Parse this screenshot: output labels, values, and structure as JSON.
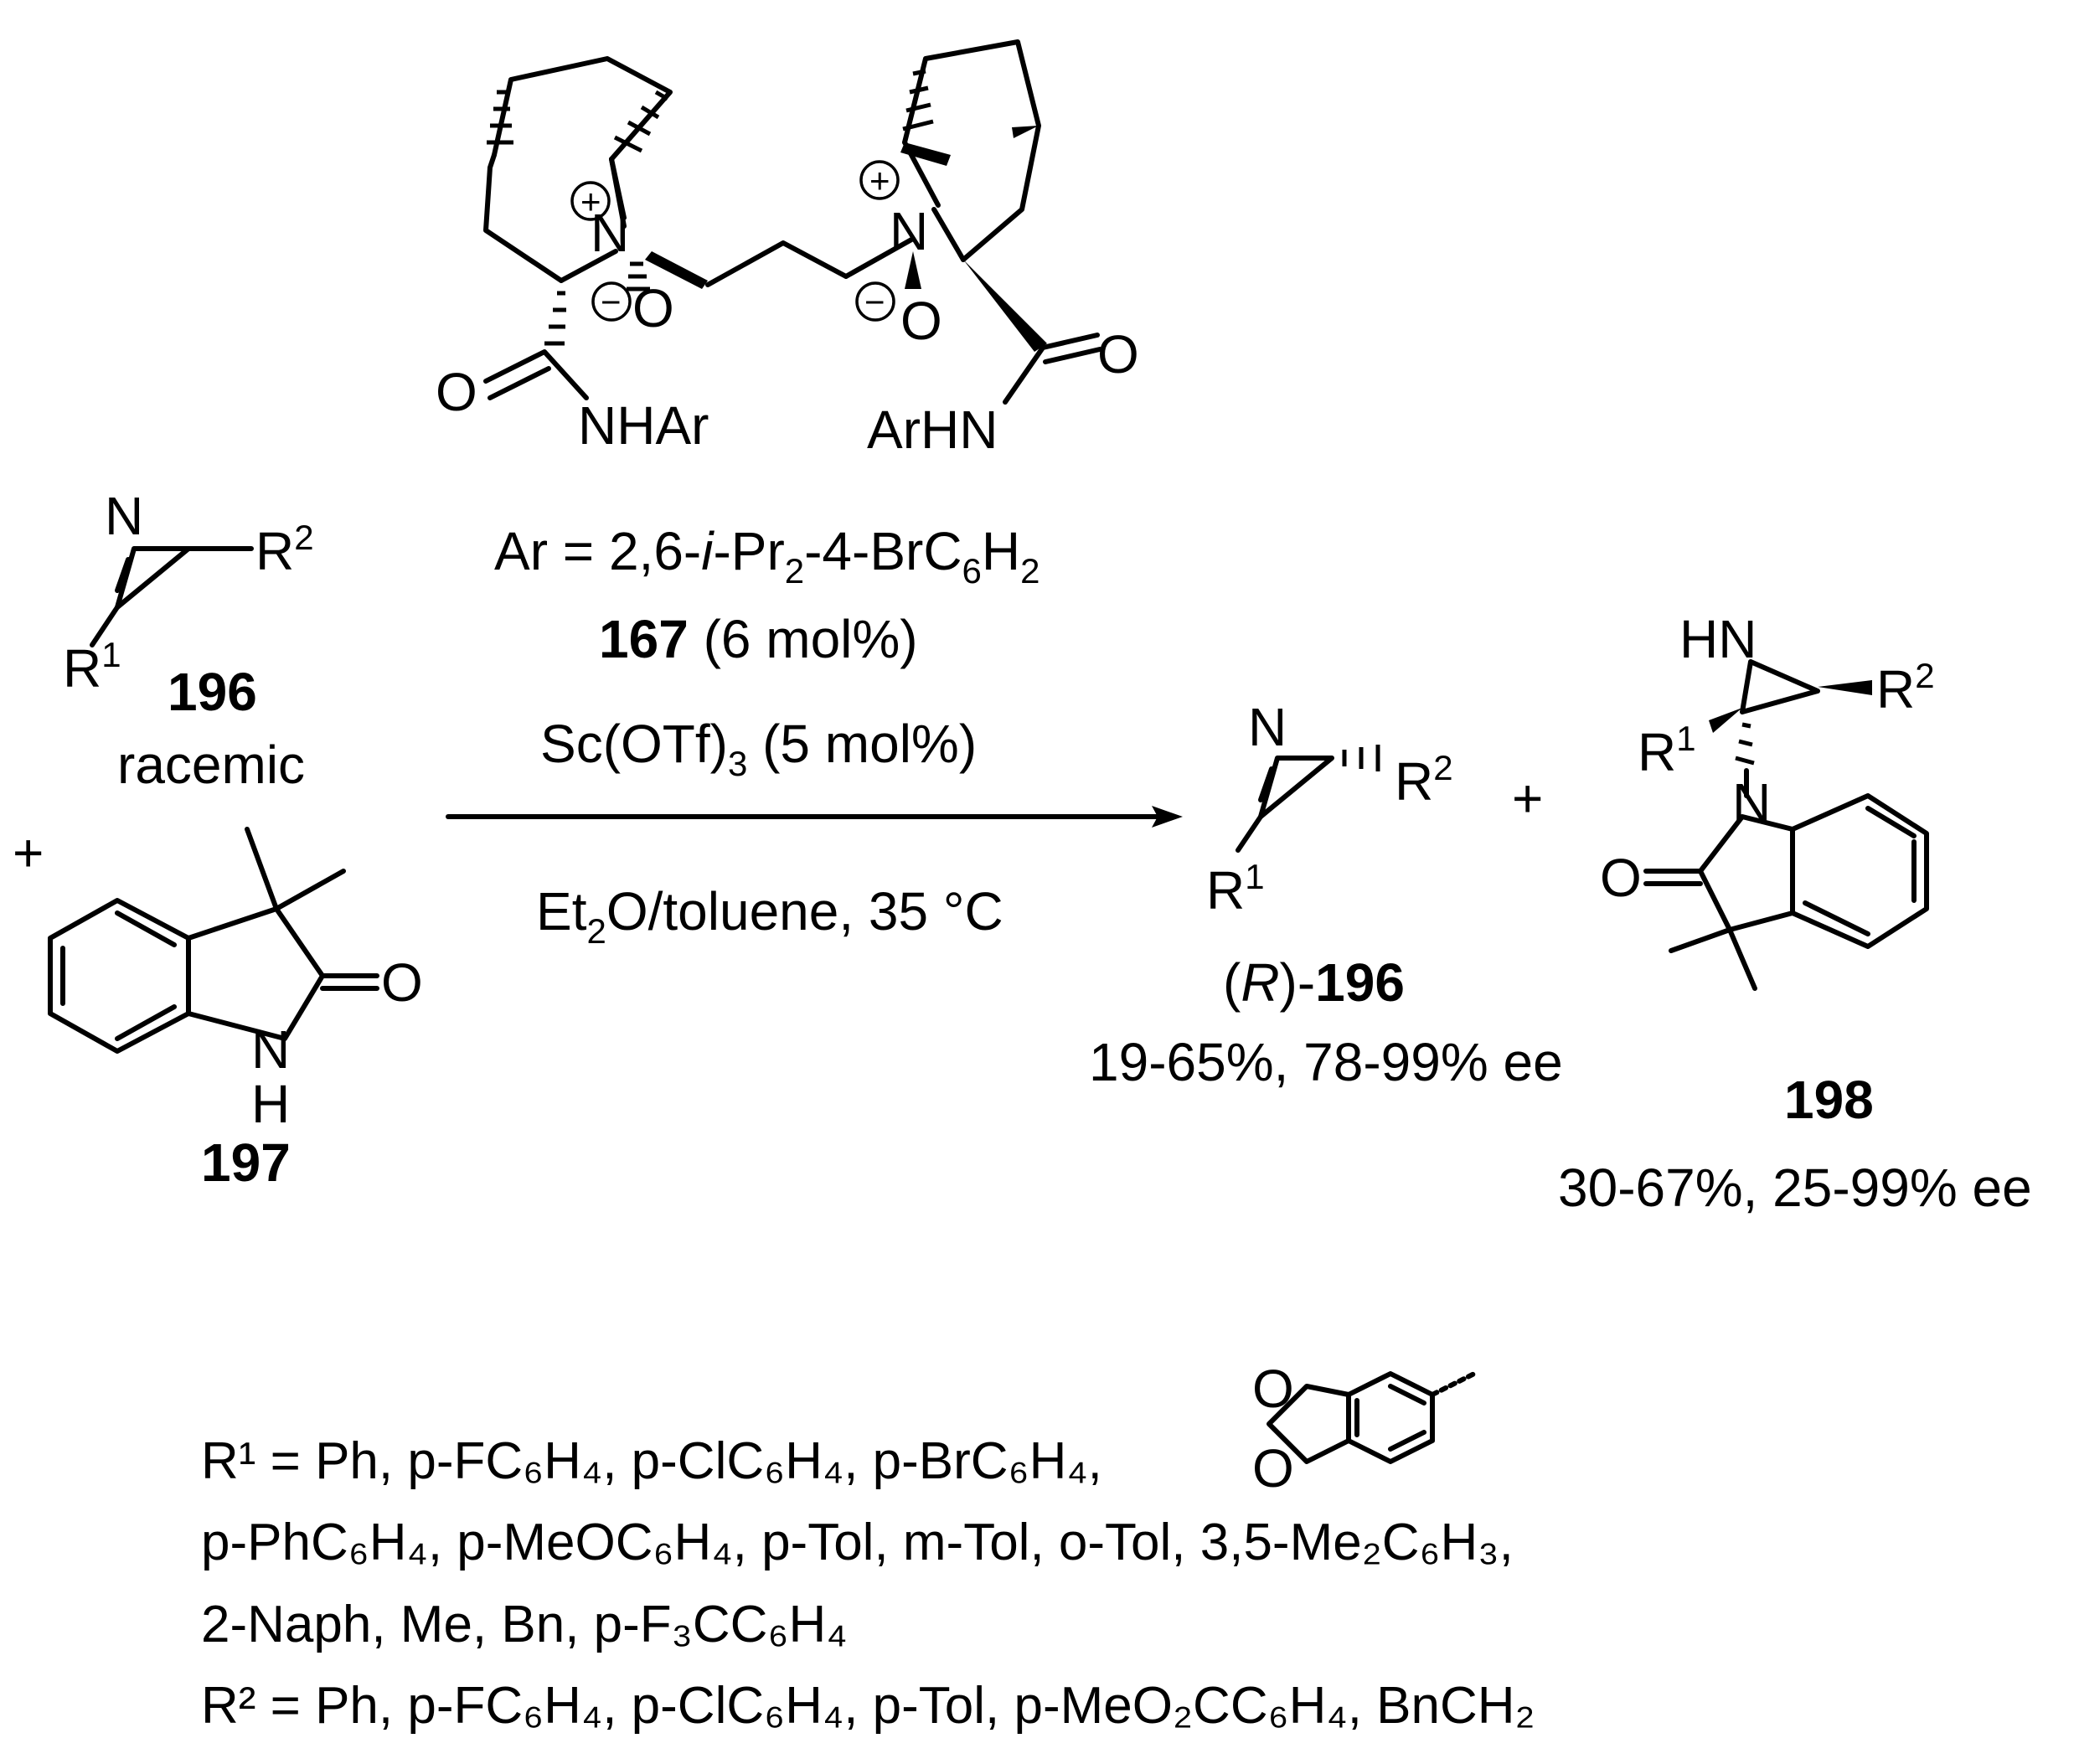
{
  "scheme": {
    "catalyst": {
      "number": "167",
      "loading": "(6 mol%)",
      "amide_left": "NHAr",
      "amide_right": "ArHN",
      "oxygen": "O",
      "carbonyl_oxygen": "O",
      "nitrogen": "N",
      "charge_plus": "+",
      "charge_minus": "−",
      "ar_definition_prefix": "Ar = 2,6-",
      "ar_i": "i",
      "ar_pr": "-Pr",
      "ar_pr_sub": "2",
      "ar_mid": "-4-BrC",
      "ar_c_sub": "6",
      "ar_h": "H",
      "ar_h_sub": "2"
    },
    "reagent": {
      "lewis_acid": "Sc(OTf)",
      "lewis_acid_sub": "3",
      "lewis_acid_loading": " (5 mol%)"
    },
    "conditions": {
      "solvent_et": "Et",
      "solvent_et_sub": "2",
      "solvent_rest": "O/toluene, 35 °C"
    },
    "plus": "+",
    "sm_azirine": {
      "number": "196",
      "descriptor": "racemic",
      "n_label": "N",
      "r1": "R",
      "r1_sup": "1",
      "r2": "R",
      "r2_sup": "2"
    },
    "sm_oxindole": {
      "number": "197",
      "n_label": "N",
      "h_label": "H",
      "o_label": "O"
    },
    "product_azirine": {
      "label_prefix": "(",
      "label_R": "R",
      "label_suffix": ")-",
      "number": "196",
      "yield": "19-65%, 78-99% ee"
    },
    "product_aziridine": {
      "number": "198",
      "yield": "30-67%, 25-99% ee",
      "hn_label": "HN"
    },
    "substituents": {
      "r1_line1": "R¹ = Ph, p-FC₆H₄, p-ClC₆H₄, p-BrC₆H₄,",
      "r1_line2": "p-PhC₆H₄, p-MeOC₆H₄, p-Tol, m-Tol, o-Tol, 3,5-Me₂C₆H₃,",
      "r1_line3": "2-Naph, Me, Bn, p-F₃CC₆H₄",
      "r2_line": "R² = Ph, p-FC₆H₄, p-ClC₆H₄, p-Tol, p-MeO₂CC₆H₄, BnCH₂"
    }
  }
}
